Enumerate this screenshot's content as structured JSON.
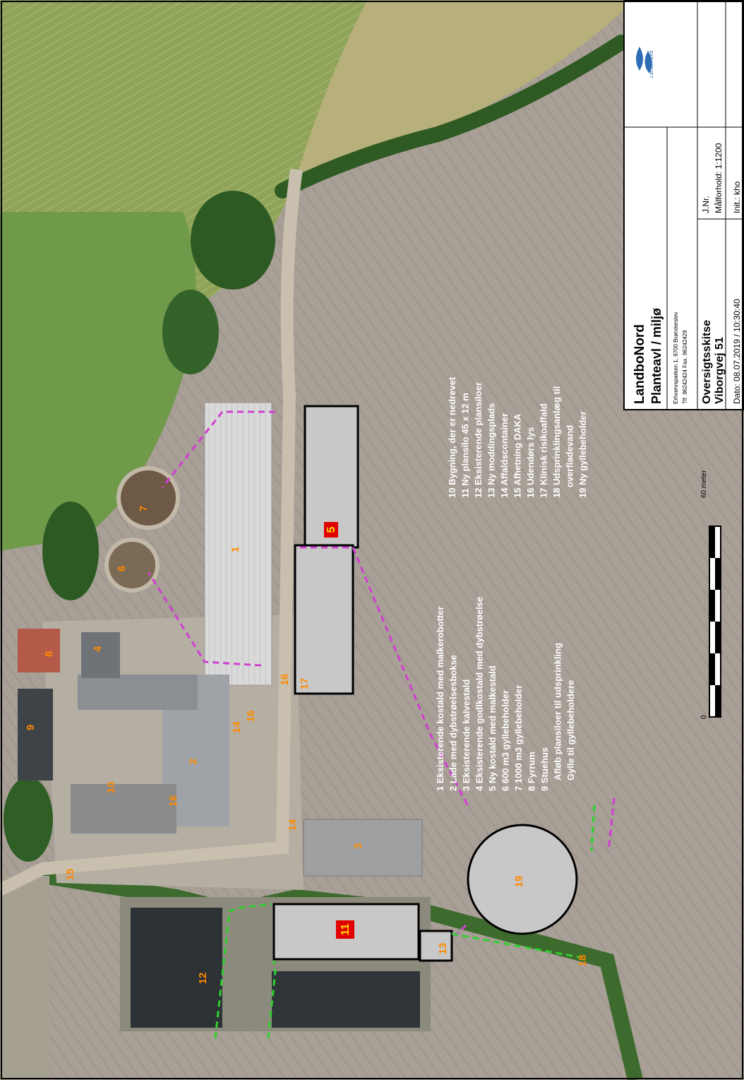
{
  "title_block": {
    "company": "LandboNord",
    "department": "Planteavl / miljø",
    "address": "Erhvervsparken 1, 9700 Brønderslev",
    "phone": "Tlf. 96242424 Fax. 96242429",
    "logo_text": "LandboNord",
    "document_type": "Oversigtsskitse",
    "jnr_label": "J.Nr.",
    "location": "Viborgvej 51",
    "scale_text": "Målforhold: 1:1200",
    "date_text": "Dato: 08.07.2019 / 10:30:40",
    "init_text": "Init.: kho"
  },
  "scale_bar": {
    "start": "0",
    "end": "60 meter"
  },
  "legend": {
    "col1": [
      "1 Eksisterende kostald med malkerobotter",
      "2 Lade med dybstrøelsesbokse",
      "3 Eksisterende kalvestald",
      "4 Eksisterende godlkostald med dybstrøelse",
      "5 Ny kostald med malkestald",
      "6 600 m3 gyllebeholder",
      "7 1000 m3 gyllebeholder",
      "8 Fyrrum",
      "9 Stuehus",
      "Afløb plansiloer til udsprinkling",
      "Gylle til gyllebeholdere"
    ],
    "col2": [
      "10 Bygning, der er nedrevet",
      "11 Ny plansilo 45 x 12 m",
      "12 Eksisterende plansiloer",
      "13 Ny moddingsplads",
      "14 Affaldscontainer",
      "15 Afhetning DAKA",
      "16 Udendørs lys",
      "17 Klinisk risikoaffald",
      "18 Udsprinklingsanlæg til",
      "overfladevand",
      "19 Ny gyllebeholder"
    ]
  },
  "markers": {
    "m1": "1",
    "m2": "2",
    "m3": "3",
    "m4": "4",
    "m5": "5",
    "m6": "6",
    "m7": "7",
    "m8": "8",
    "m9": "9",
    "m10": "10",
    "m11": "11",
    "m12": "12",
    "m13": "13",
    "m14a": "14",
    "m14b": "14",
    "m15": "15",
    "m16a": "16",
    "m16b": "16",
    "m16c": "16",
    "m17": "17",
    "m18": "18",
    "m19": "19"
  },
  "colors": {
    "field_green": "#6f9a4a",
    "bare_field": "#a79d95",
    "new_building": "#c8c8c8",
    "marker_text": "#ff8a00",
    "marker_box": "#e00000",
    "slurry_line": "#d040d0",
    "drain_line": "#30d030"
  }
}
